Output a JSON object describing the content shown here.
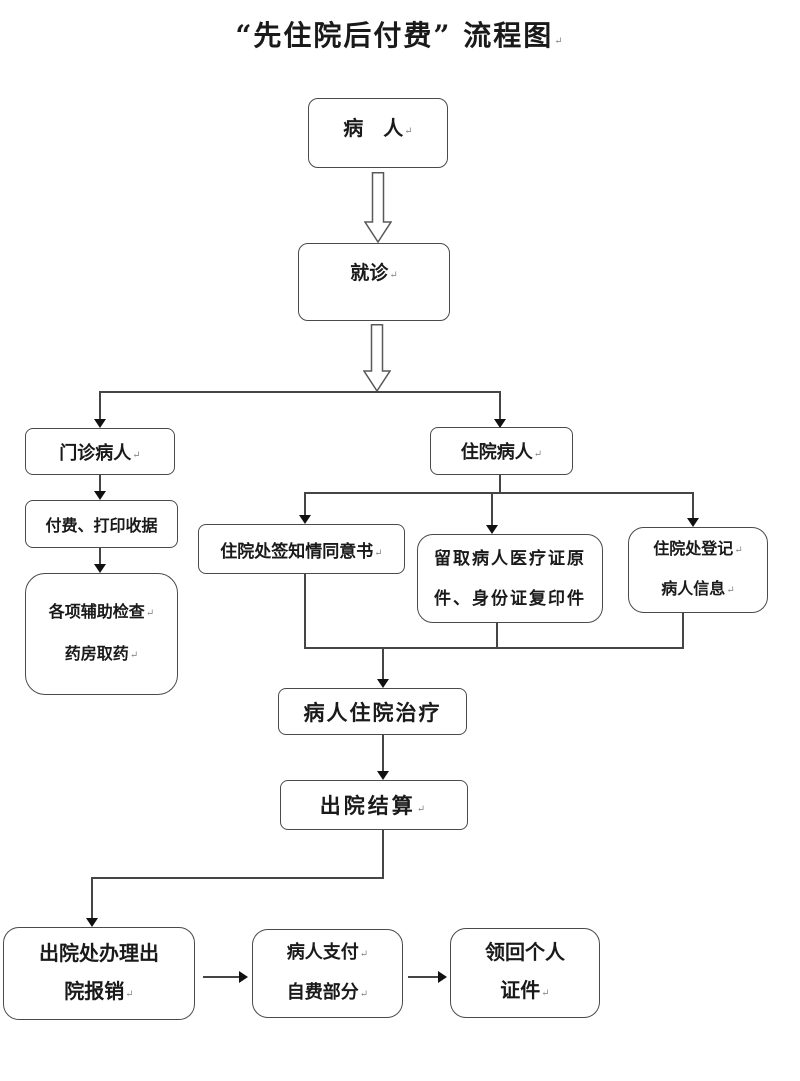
{
  "title": "“先住院后付费” 流程图",
  "pilcrow": "↵",
  "nodes": {
    "patient": {
      "lines": [
        "病　人"
      ]
    },
    "visit": {
      "lines": [
        "就诊"
      ]
    },
    "outpatient": {
      "lines": [
        "门诊病人"
      ]
    },
    "pay_print": {
      "lines": [
        "付费、打印收据"
      ]
    },
    "aux_check": {
      "lines": [
        "各项辅助检查",
        "药房取药"
      ]
    },
    "inpatient": {
      "lines": [
        "住院病人"
      ]
    },
    "consent": {
      "lines": [
        "住院处签知情同意书"
      ]
    },
    "keep_docs": {
      "lines": [
        "留取病人医疗证原",
        "件、身份证复印件"
      ]
    },
    "register": {
      "lines": [
        "住院处登记",
        "病人信息"
      ]
    },
    "treatment": {
      "lines": [
        "病人住院治疗"
      ]
    },
    "settlement": {
      "lines": [
        "出院结算"
      ]
    },
    "reimburse": {
      "lines": [
        "出院处办理出",
        "院报销"
      ]
    },
    "pay_self": {
      "lines": [
        "病人支付",
        "自费部分"
      ]
    },
    "retrieve": {
      "lines": [
        "领回个人",
        "证件"
      ]
    }
  },
  "colors": {
    "background": "#ffffff",
    "box_border": "#4a4a4a",
    "connector_line": "#454545",
    "arrowhead": "#111111",
    "text": "#1a1a1a"
  }
}
